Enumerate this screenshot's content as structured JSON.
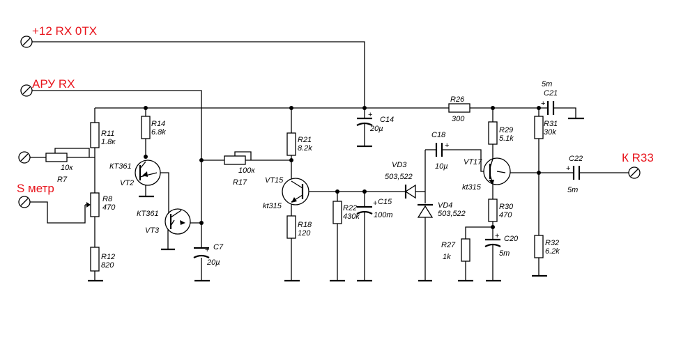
{
  "terminals": {
    "supply": "+12 RX  0TX",
    "agc": "АРУ RX",
    "smeter": "S метр",
    "output": "К R33"
  },
  "components": {
    "R7": {
      "name": "R7",
      "value": "10к"
    },
    "R8": {
      "name": "R8",
      "value": "470"
    },
    "R11": {
      "name": "R11",
      "value": "1.8к"
    },
    "R12": {
      "name": "R12",
      "value": "820"
    },
    "R14": {
      "name": "R14",
      "value": "6.8k"
    },
    "VT2": {
      "name": "VT2",
      "type": "КТ361"
    },
    "VT3": {
      "name": "VT3",
      "type": "КТ361"
    },
    "C7": {
      "name": "C7",
      "value": "20µ"
    },
    "R17": {
      "name": "R17",
      "value": "100к"
    },
    "R21": {
      "name": "R21",
      "value": "8.2k"
    },
    "VT15": {
      "name": "VT15",
      "type": "kt315"
    },
    "R18": {
      "name": "R18",
      "value": "120"
    },
    "R22": {
      "name": "R22",
      "value": "430k"
    },
    "C15": {
      "name": "C15",
      "value": "100m"
    },
    "C14": {
      "name": "C14",
      "value": "20µ"
    },
    "VD3": {
      "name": "VD3",
      "type": "503,522"
    },
    "VD4": {
      "name": "VD4",
      "type": "503,522"
    },
    "C18": {
      "name": "C18",
      "value": "10µ"
    },
    "R26": {
      "name": "R26",
      "value": "300"
    },
    "R27": {
      "name": "R27",
      "value": "1k"
    },
    "R29": {
      "name": "R29",
      "value": "5.1k"
    },
    "VT17": {
      "name": "VT17",
      "type": "kt315"
    },
    "R30": {
      "name": "R30",
      "value": "470"
    },
    "C20": {
      "name": "C20",
      "value": "5m"
    },
    "C21": {
      "name": "C21",
      "value": "5m"
    },
    "R31": {
      "name": "R31",
      "value": "30k"
    },
    "C22": {
      "name": "C22",
      "value": "5m"
    },
    "R32": {
      "name": "R32",
      "value": "6.2k"
    }
  },
  "colors": {
    "terminal_label": "#e8141c",
    "line": "#000000"
  }
}
